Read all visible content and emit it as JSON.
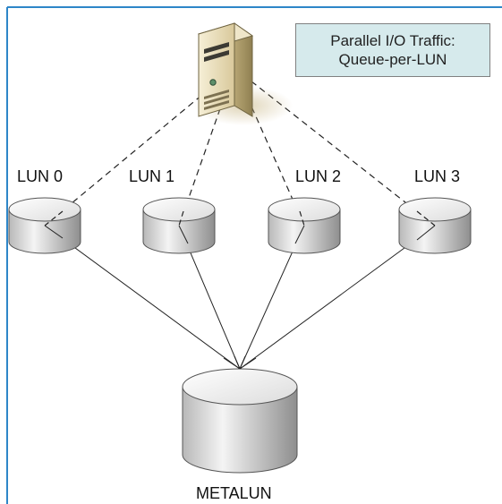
{
  "title": {
    "line1": "Parallel I/O Traffic:",
    "line2": "Queue-per-LUN"
  },
  "luns": [
    {
      "label": "LUN 0"
    },
    {
      "label": "LUN 1"
    },
    {
      "label": "LUN 2"
    },
    {
      "label": "LUN 3"
    }
  ],
  "metalun": {
    "label": "METALUN"
  },
  "colors": {
    "frame_blue": "#2e86c8",
    "title_fill": "#d6eaec",
    "disk_light": "#f2f2f2",
    "disk_dark": "#9a9a9a",
    "server_beige": "#e9dfc0"
  },
  "icons": [
    "server-icon",
    "disk-icon"
  ]
}
